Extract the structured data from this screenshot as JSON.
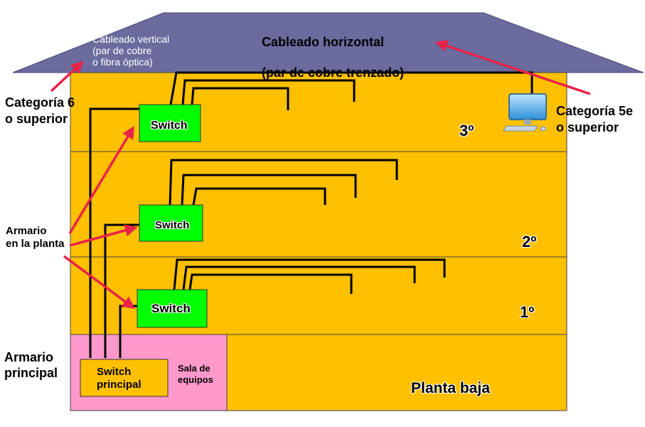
{
  "roof": {
    "title_line1": "Cableado horizontal",
    "title_line2": "(par de cobre trenzado)",
    "vertical_label": "Cableado vertical\n(par de cobre\no fibra óptica)"
  },
  "annotations": {
    "cat6": "Categoría 6\no superior",
    "cat5e": "Categoría 5e\no superior",
    "floor_closet": "Armario\nen la planta",
    "main_closet": "Armario\nprincipal"
  },
  "floors": {
    "third": "3º",
    "second": "2º",
    "first": "1º",
    "ground": "Planta baja"
  },
  "switches": {
    "third": "Switch",
    "second": "Switch",
    "first": "Switch",
    "main": "Switch\nprincipal"
  },
  "equipment_room": "Sala de\nequipos",
  "colors": {
    "roof": "#6B6B9E",
    "building": "#FFC000",
    "switch": "#00FF00",
    "main_switch": "#FFC000",
    "equipment_room": "#FF99CC",
    "arrow": "#E8234A",
    "cable": "#000000"
  },
  "icons": [
    "desktop-computer-icon"
  ]
}
